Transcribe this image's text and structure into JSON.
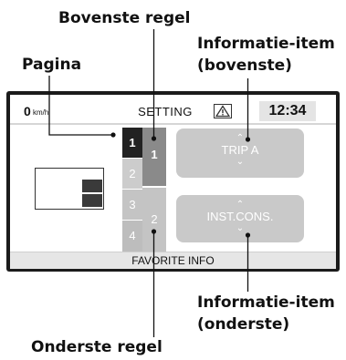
{
  "callouts": {
    "top_row": "Bovenste regel",
    "page": "Pagina",
    "info_top_line1": "Informatie-item",
    "info_top_line2": "(bovenste)",
    "info_bottom_line1": "Informatie-item",
    "info_bottom_line2": "(onderste)",
    "bottom_row": "Onderste regel"
  },
  "display": {
    "speed_value": "0",
    "speed_unit": "km/h",
    "title": "SETTING",
    "clock": "12:34",
    "footer": "FAVORITE INFO",
    "page_numbers": [
      "1",
      "2",
      "3",
      "4"
    ],
    "active_page": "1",
    "row_numbers": [
      "1",
      "2"
    ],
    "info_top": "TRIP A",
    "info_bottom": "INST.CONS."
  },
  "colors": {
    "frame": "#1b1b1b",
    "active_page": "#222222",
    "page_cell": "#c8c8c8",
    "row_active": "#8a8a8a",
    "row_inactive": "#c4c4c4",
    "info_box": "#c9c9c9"
  }
}
